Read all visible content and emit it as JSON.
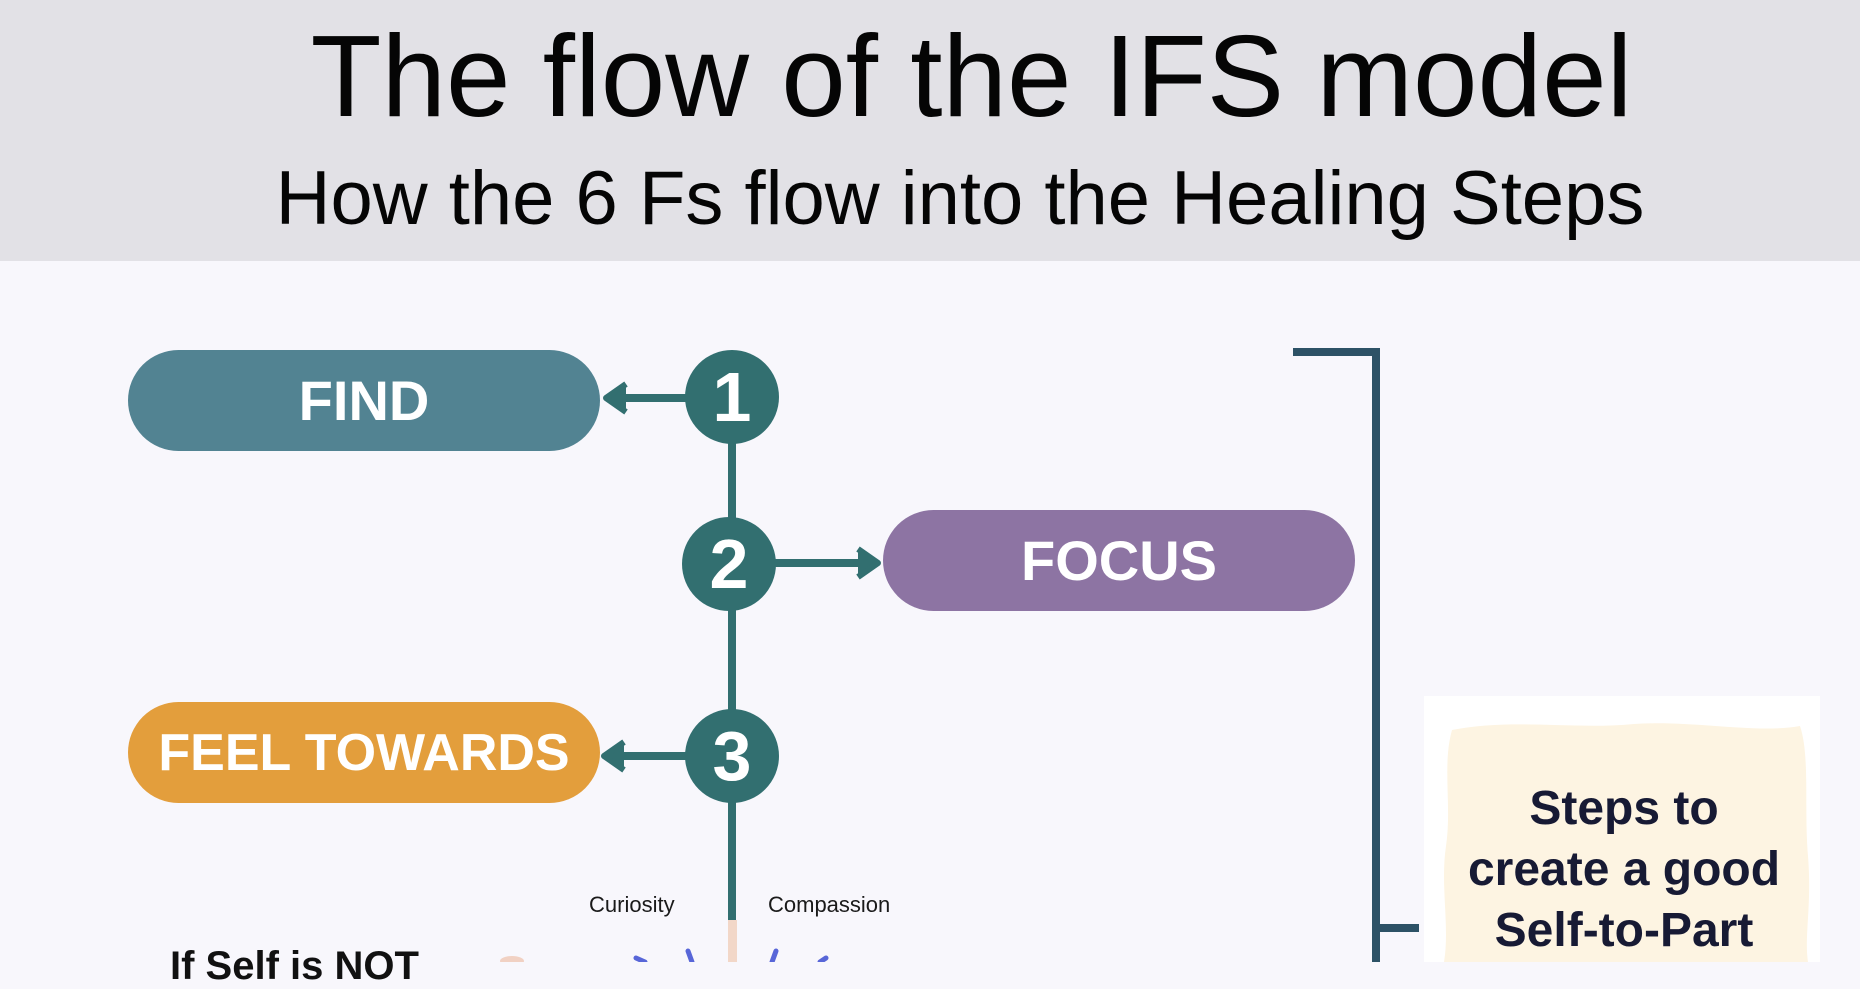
{
  "header": {
    "title": "The flow of the IFS model",
    "subtitle": "How the 6 Fs flow into the Healing Steps"
  },
  "steps": [
    {
      "number": "1",
      "label": "FIND",
      "color": "#528392"
    },
    {
      "number": "2",
      "label": "FOCUS",
      "color": "#8d74a3"
    },
    {
      "number": "3",
      "label": "FEEL TOWARDS",
      "color": "#e39e3c"
    }
  ],
  "qualities": {
    "left": "Curiosity",
    "right": "Compassion"
  },
  "branch_text": "If Self is NOT",
  "note": {
    "lines": [
      "Steps to",
      "create a good",
      "Self-to-Part"
    ]
  },
  "colors": {
    "connector": "#326f70",
    "bracket": "#2d5266",
    "note_paper": "#fdf4e2"
  }
}
